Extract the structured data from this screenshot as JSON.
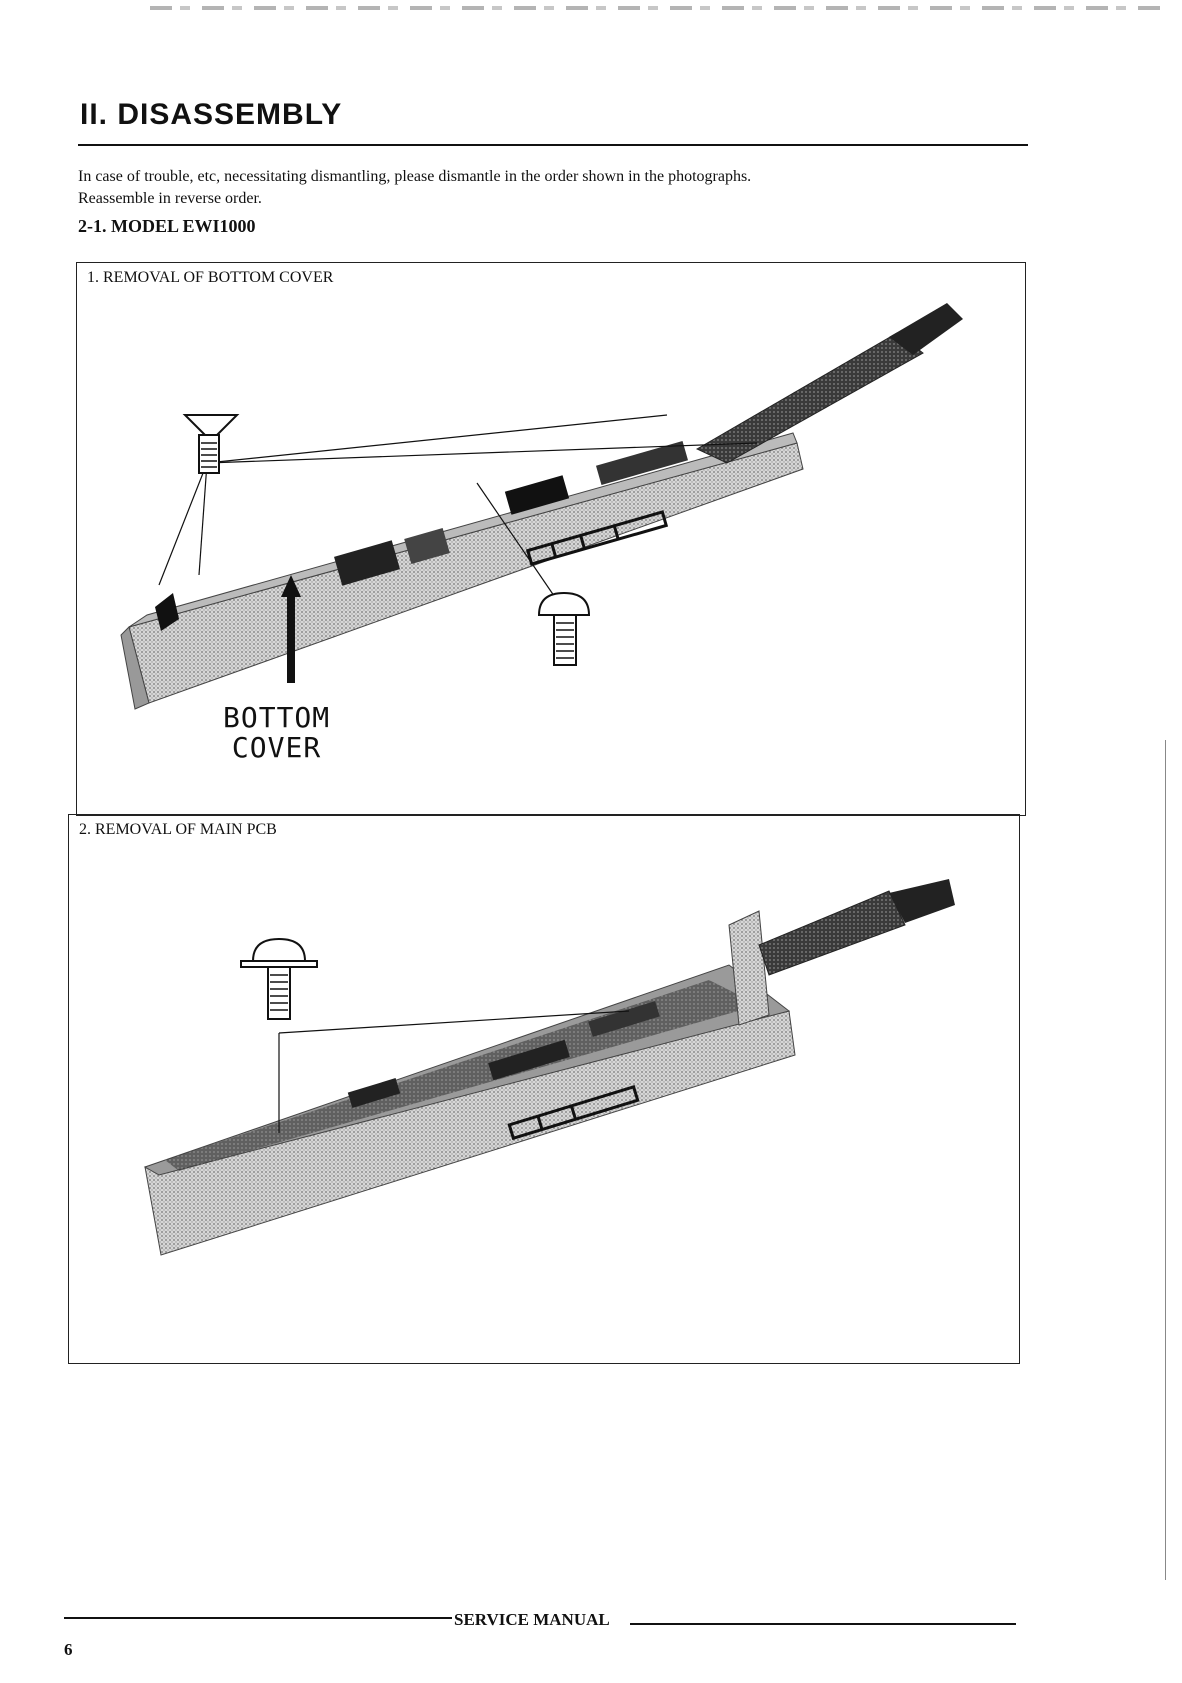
{
  "page": {
    "title": "II. DISASSEMBLY",
    "intro_line1": "In case of trouble, etc, necessitating dismantling, please dismantle in the order shown in the photographs.",
    "intro_line2": "Reassemble in reverse order.",
    "subhead": "2-1. MODEL EWI1000"
  },
  "panels": [
    {
      "label": "1. REMOVAL OF BOTTOM COVER",
      "callout_line1": "BOTTOM",
      "callout_line2": "COVER"
    },
    {
      "label": "2. REMOVAL OF MAIN PCB"
    }
  ],
  "footer": {
    "text": "SERVICE MANUAL",
    "page_number": "6"
  }
}
